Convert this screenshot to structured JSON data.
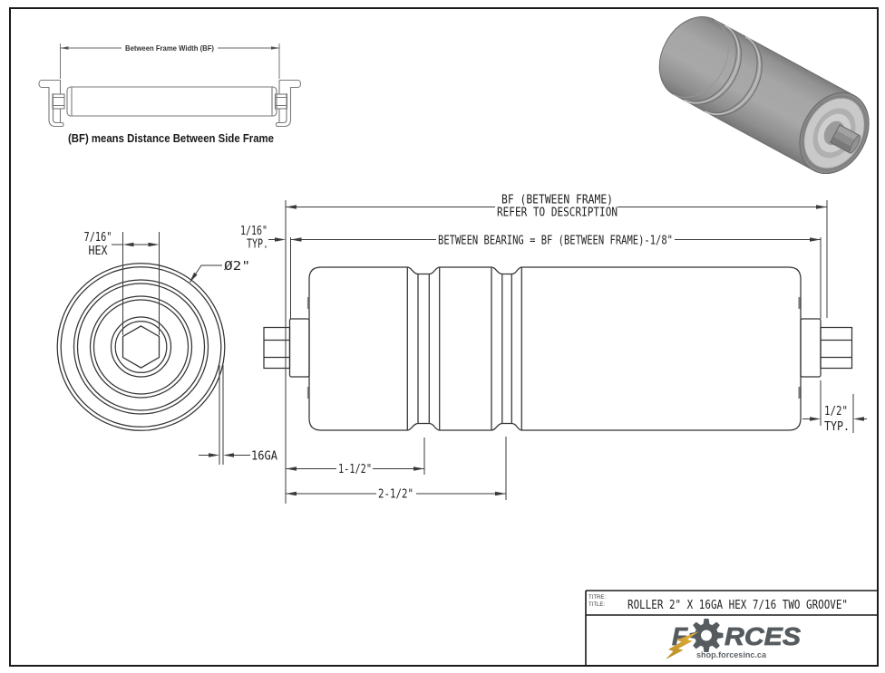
{
  "page": {
    "bg": "#ffffff",
    "border_color": "#1a1a1a"
  },
  "inset": {
    "dim_label": "Between Frame Width (BF)",
    "caption": "(BF) means Distance Between Side Frame"
  },
  "end_view": {
    "hex_size": "7/16\"",
    "hex_label": "HEX",
    "diameter": "Ø2\"",
    "gauge": "16GA"
  },
  "side_view": {
    "bf_line1": "BF (BETWEEN FRAME)",
    "bf_line2": "REFER TO DESCRIPTION",
    "between_bearing": "BETWEEN BEARING = BF (BETWEEN FRAME)-1/8\"",
    "typ16_1": "1/16\"",
    "typ16_2": "TYP.",
    "typ12_1": "1/2\"",
    "typ12_2": "TYP.",
    "dim_groove1": "1-1/2\"",
    "dim_groove2": "2-1/2\""
  },
  "title_block": {
    "titre": "TITRE:",
    "title_label": "TITLE:",
    "title": "ROLLER 2\" X 16GA HEX 7/16 TWO GROOVE\"",
    "brand": "FORCES",
    "brand_f": "F",
    "brand_rest": "RCES",
    "url": "shop.forcesinc.ca",
    "brand_color": "#565b5f",
    "bolt_color": "#cfa02c"
  }
}
